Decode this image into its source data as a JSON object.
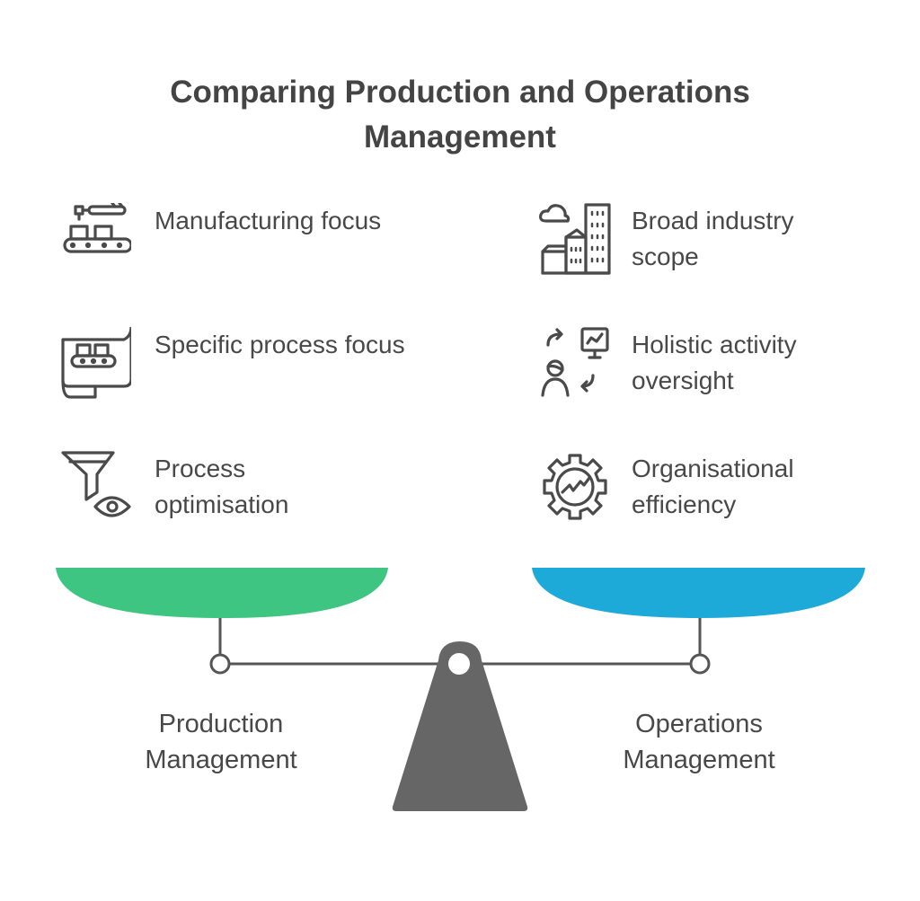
{
  "title": "Comparing Production and Operations Management",
  "left": {
    "label": "Production Management",
    "color": "#3dc581",
    "items": [
      {
        "text": "Manufacturing focus",
        "icon": "conveyor-robot-arm-icon"
      },
      {
        "text": "Specific process focus",
        "icon": "process-blueprint-icon"
      },
      {
        "text": "Process optimisation",
        "icon": "funnel-eye-icon"
      }
    ]
  },
  "right": {
    "label": "Operations Management",
    "color": "#1eaad9",
    "items": [
      {
        "text": "Broad industry scope",
        "icon": "city-buildings-icon"
      },
      {
        "text": "Holistic activity oversight",
        "icon": "person-monitor-cycle-icon"
      },
      {
        "text": "Organisational efficiency",
        "icon": "gear-chart-icon"
      }
    ]
  }
}
